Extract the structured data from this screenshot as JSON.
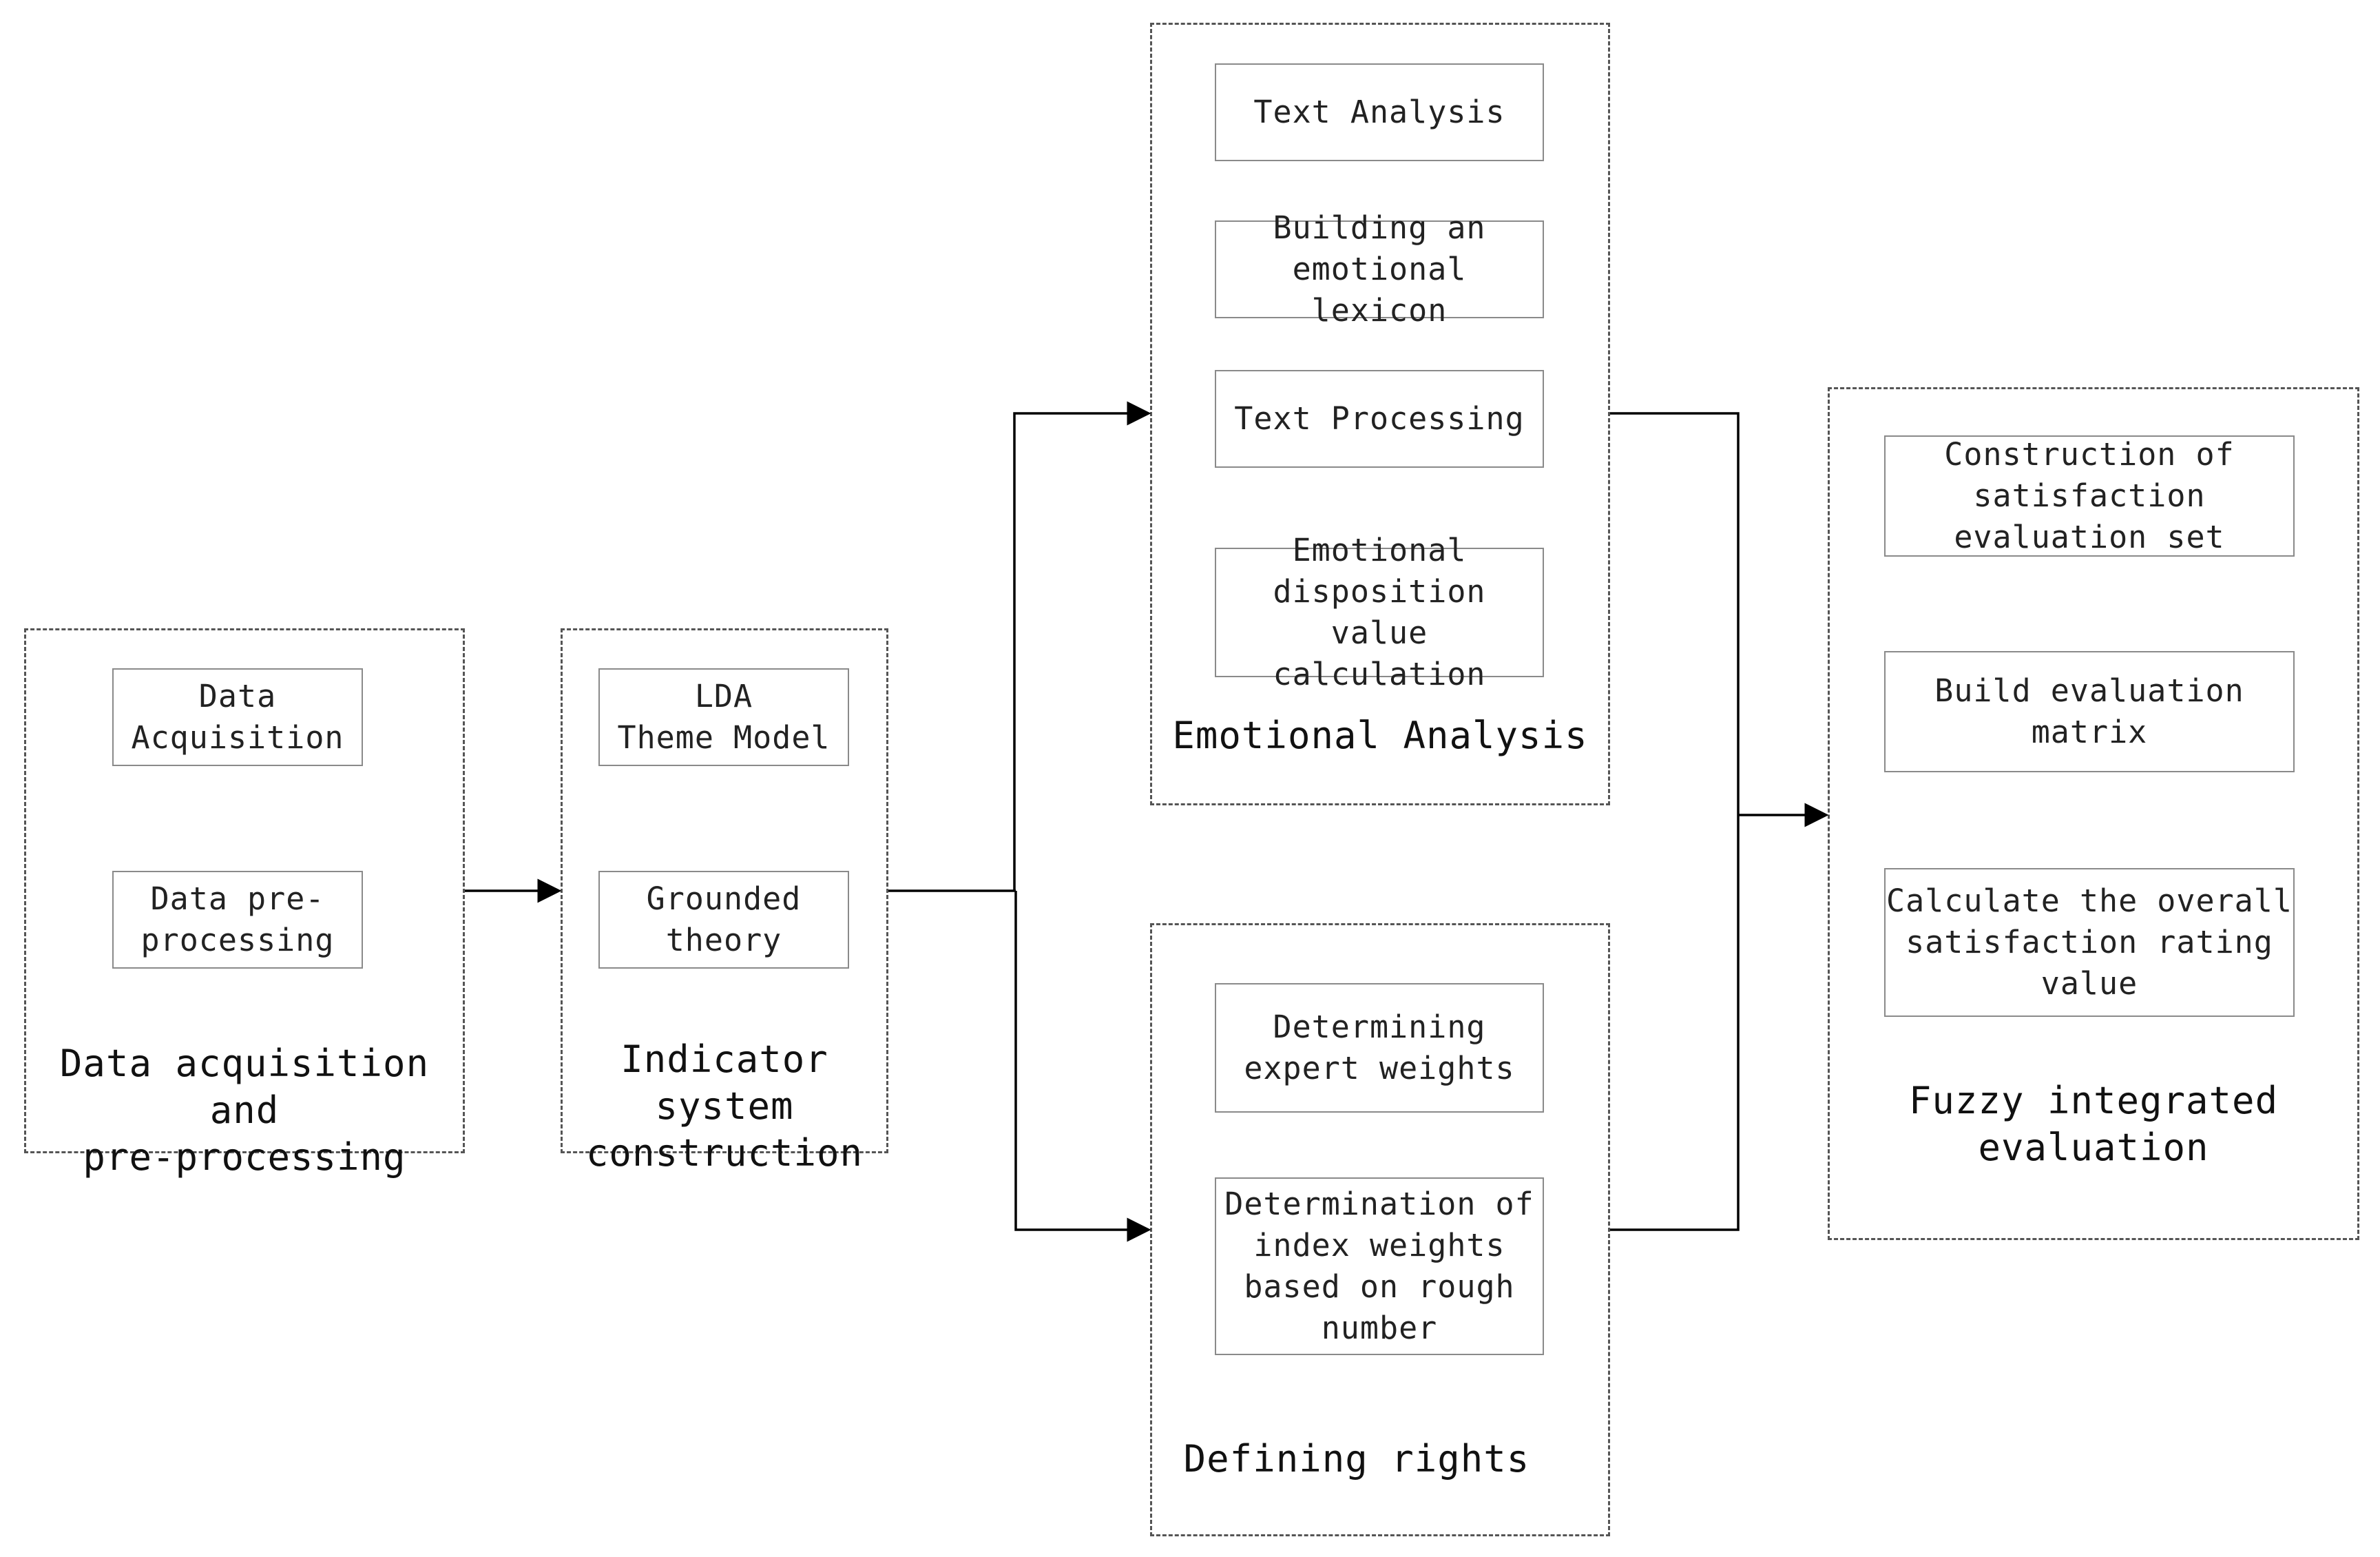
{
  "groups": {
    "acquisition": {
      "title": "Data acquisition and\npre-processing",
      "boxes": [
        "Data\nAcquisition",
        "Data pre-\nprocessing"
      ]
    },
    "indicator": {
      "title": "Indicator system\nconstruction",
      "boxes": [
        "LDA\nTheme Model",
        "Grounded\ntheory"
      ]
    },
    "emotional": {
      "title": "Emotional Analysis",
      "boxes": [
        "Text Analysis",
        "Building an\nemotional lexicon",
        "Text Processing",
        "Emotional\ndisposition value\ncalculation"
      ]
    },
    "rights": {
      "title": "Defining rights",
      "boxes": [
        "Determining\nexpert weights",
        "Determination of\nindex weights\nbased on rough\nnumber"
      ]
    },
    "fuzzy": {
      "title": "Fuzzy integrated\nevaluation",
      "boxes": [
        "Construction of\nsatisfaction\nevaluation set",
        "Build evaluation\nmatrix",
        "Calculate the overall\nsatisfaction rating\nvalue"
      ]
    }
  },
  "colors": {
    "dashed_border": "#555555",
    "box_border": "#8a8a8a",
    "arrow": "#000000",
    "text": "#222222"
  }
}
